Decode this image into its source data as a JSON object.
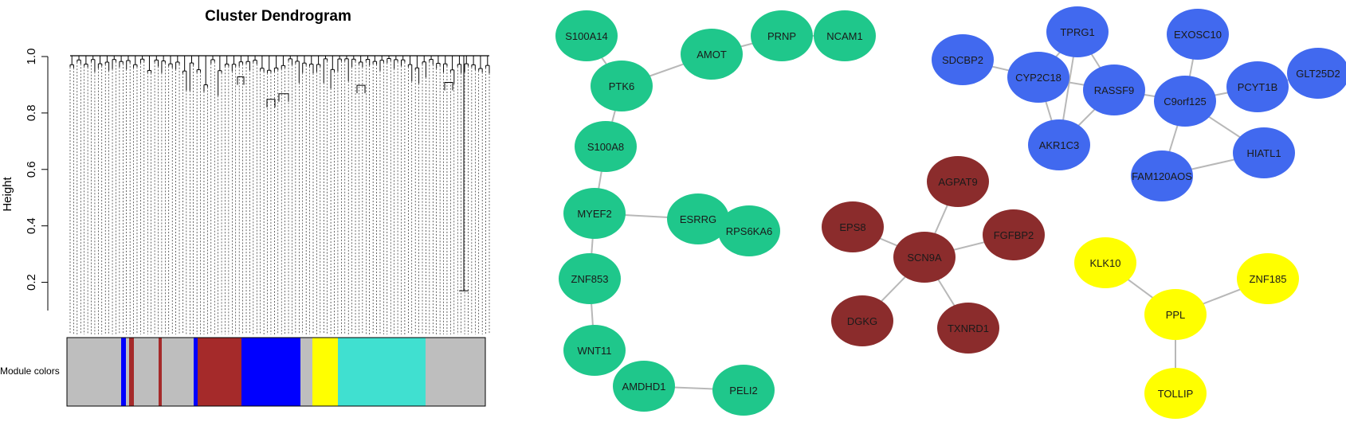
{
  "dendrogram": {
    "title": "Cluster Dendrogram",
    "ylabel": "Height",
    "ytick_labels": [
      "0.2",
      "0.4",
      "0.6",
      "0.8",
      "1.0"
    ],
    "ytick_values": [
      0.2,
      0.4,
      0.6,
      0.8,
      1.0
    ],
    "ylim": [
      0.1,
      1.0
    ],
    "module_label": "Module colors",
    "module_strip": [
      {
        "color": "#bebebe",
        "width": 68
      },
      {
        "color": "#0000ff",
        "width": 6
      },
      {
        "color": "#bebebe",
        "width": 4
      },
      {
        "color": "#a52a2a",
        "width": 6
      },
      {
        "color": "#bebebe",
        "width": 31
      },
      {
        "color": "#a52a2a",
        "width": 4
      },
      {
        "color": "#bebebe",
        "width": 40
      },
      {
        "color": "#0000ff",
        "width": 5
      },
      {
        "color": "#a52a2a",
        "width": 55
      },
      {
        "color": "#0000ff",
        "width": 74
      },
      {
        "color": "#bebebe",
        "width": 15
      },
      {
        "color": "#ffff00",
        "width": 32
      },
      {
        "color": "#40e0d0",
        "width": 110
      },
      {
        "color": "#bebebe",
        "width": 75
      }
    ]
  },
  "network": {
    "colors": {
      "green": "#1fc78b",
      "blue": "#4169ef",
      "brown": "#8b2c2c",
      "yellow": "#ffff00",
      "edge": "#b8b8b8"
    },
    "nodes": [
      {
        "id": "S100A14",
        "label": "S100A14",
        "color": "green"
      },
      {
        "id": "AMOT",
        "label": "AMOT",
        "color": "green"
      },
      {
        "id": "PRNP",
        "label": "PRNP",
        "color": "green"
      },
      {
        "id": "NCAM1",
        "label": "NCAM1",
        "color": "green"
      },
      {
        "id": "PTK6",
        "label": "PTK6",
        "color": "green"
      },
      {
        "id": "S100A8",
        "label": "S100A8",
        "color": "green"
      },
      {
        "id": "MYEF2",
        "label": "MYEF2",
        "color": "green"
      },
      {
        "id": "ESRRG",
        "label": "ESRRG",
        "color": "green"
      },
      {
        "id": "RPS6KA6",
        "label": "RPS6KA6",
        "color": "green"
      },
      {
        "id": "ZNF853",
        "label": "ZNF853",
        "color": "green"
      },
      {
        "id": "WNT11",
        "label": "WNT11",
        "color": "green"
      },
      {
        "id": "AMDHD1",
        "label": "AMDHD1",
        "color": "green"
      },
      {
        "id": "PELI2",
        "label": "PELI2",
        "color": "green"
      },
      {
        "id": "AGPAT9",
        "label": "AGPAT9",
        "color": "brown"
      },
      {
        "id": "EPS8",
        "label": "EPS8",
        "color": "brown"
      },
      {
        "id": "FGFBP2",
        "label": "FGFBP2",
        "color": "brown"
      },
      {
        "id": "SCN9A",
        "label": "SCN9A",
        "color": "brown"
      },
      {
        "id": "DGKG",
        "label": "DGKG",
        "color": "brown"
      },
      {
        "id": "TXNRD1",
        "label": "TXNRD1",
        "color": "brown"
      },
      {
        "id": "TPRG1",
        "label": "TPRG1",
        "color": "blue"
      },
      {
        "id": "SDCBP2",
        "label": "SDCBP2",
        "color": "blue"
      },
      {
        "id": "CYP2C18",
        "label": "CYP2C18",
        "color": "blue"
      },
      {
        "id": "RASSF9",
        "label": "RASSF9",
        "color": "blue"
      },
      {
        "id": "AKR1C3",
        "label": "AKR1C3",
        "color": "blue"
      },
      {
        "id": "EXOSC10",
        "label": "EXOSC10",
        "color": "blue"
      },
      {
        "id": "C9orf125",
        "label": "C9orf125",
        "color": "blue"
      },
      {
        "id": "PCYT1B",
        "label": "PCYT1B",
        "color": "blue"
      },
      {
        "id": "GLT25D2",
        "label": "GLT25D2",
        "color": "blue"
      },
      {
        "id": "HIATL1",
        "label": "HIATL1",
        "color": "blue"
      },
      {
        "id": "FAM120AOS",
        "label": "FAM120AOS",
        "color": "blue"
      },
      {
        "id": "KLK10",
        "label": "KLK10",
        "color": "yellow"
      },
      {
        "id": "ZNF185",
        "label": "ZNF185",
        "color": "yellow"
      },
      {
        "id": "PPL",
        "label": "PPL",
        "color": "yellow"
      },
      {
        "id": "TOLLIP",
        "label": "TOLLIP",
        "color": "yellow"
      }
    ],
    "edges": [
      [
        "S100A14",
        "PTK6"
      ],
      [
        "PTK6",
        "AMOT"
      ],
      [
        "AMOT",
        "PRNP"
      ],
      [
        "PRNP",
        "NCAM1"
      ],
      [
        "PTK6",
        "S100A8"
      ],
      [
        "S100A8",
        "MYEF2"
      ],
      [
        "MYEF2",
        "ESRRG"
      ],
      [
        "ESRRG",
        "RPS6KA6"
      ],
      [
        "MYEF2",
        "ZNF853"
      ],
      [
        "ZNF853",
        "WNT11"
      ],
      [
        "AMDHD1",
        "PELI2"
      ],
      [
        "SCN9A",
        "AGPAT9"
      ],
      [
        "SCN9A",
        "EPS8"
      ],
      [
        "SCN9A",
        "FGFBP2"
      ],
      [
        "SCN9A",
        "DGKG"
      ],
      [
        "SCN9A",
        "TXNRD1"
      ],
      [
        "SDCBP2",
        "CYP2C18"
      ],
      [
        "CYP2C18",
        "TPRG1"
      ],
      [
        "TPRG1",
        "RASSF9"
      ],
      [
        "CYP2C18",
        "RASSF9"
      ],
      [
        "CYP2C18",
        "AKR1C3"
      ],
      [
        "TPRG1",
        "AKR1C3"
      ],
      [
        "AKR1C3",
        "RASSF9"
      ],
      [
        "RASSF9",
        "C9orf125"
      ],
      [
        "EXOSC10",
        "C9orf125"
      ],
      [
        "C9orf125",
        "PCYT1B"
      ],
      [
        "PCYT1B",
        "GLT25D2"
      ],
      [
        "C9orf125",
        "HIATL1"
      ],
      [
        "C9orf125",
        "FAM120AOS"
      ],
      [
        "FAM120AOS",
        "HIATL1"
      ],
      [
        "KLK10",
        "PPL"
      ],
      [
        "PPL",
        "ZNF185"
      ],
      [
        "PPL",
        "TOLLIP"
      ]
    ]
  }
}
